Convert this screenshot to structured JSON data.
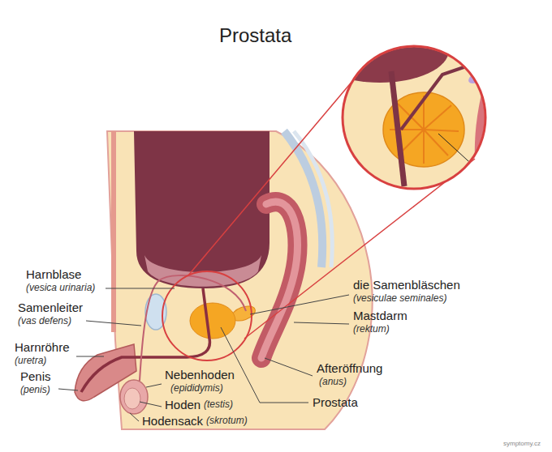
{
  "diagram": {
    "title": "Prostata",
    "labels": [
      "Harnblase",
      "(vesica urinaria)",
      "Samenleiter",
      "(vas defens)",
      "Harnröhre",
      "(uretra)",
      "Penis",
      "(penis)",
      "Nebenhoden",
      "(epididymis)",
      "Hoden",
      "(testis)",
      "Hodensack",
      "(skrotum)",
      "die Samenbläschen",
      "(vesiculae seminales)",
      "Mastdarm",
      "(rektum)",
      "Afteröffnung",
      "(anus)",
      "Prostata",
      "symptomy.cz"
    ]
  }
}
